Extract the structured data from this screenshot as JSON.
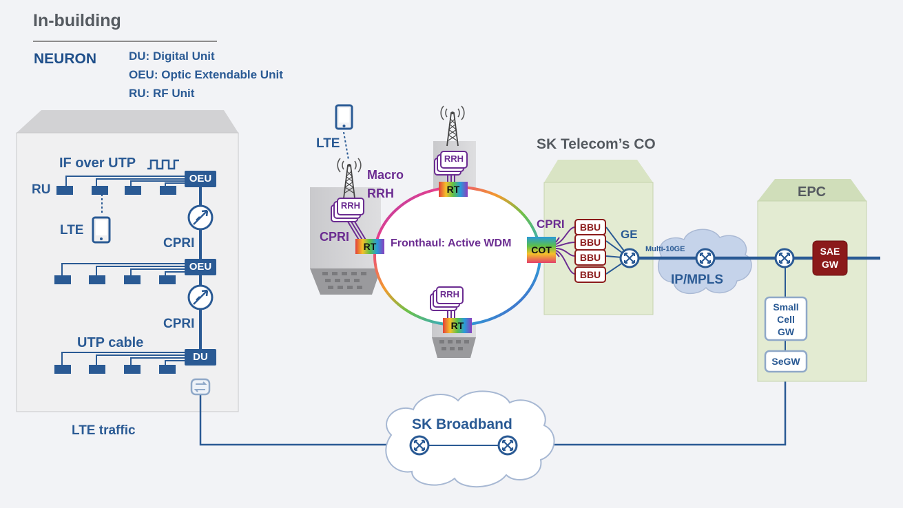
{
  "header": {
    "title": "In-building",
    "brand": "NEURON",
    "legend": [
      "DU: Digital Unit",
      "OEU: Optic Extendable Unit",
      "RU: RF Unit"
    ]
  },
  "inbuilding": {
    "if_over_utp": "IF over UTP",
    "ru": "RU",
    "oeu": "OEU",
    "du": "DU",
    "lte": "LTE",
    "cpri": "CPRI",
    "utp_cable": "UTP cable",
    "lte_traffic": "LTE traffic"
  },
  "fronthaul": {
    "lte": "LTE",
    "macro_rrh": [
      "Macro",
      "RRH"
    ],
    "rrh": "RRH",
    "rt": "RT",
    "cpri": "CPRI",
    "cot": "COT",
    "ring_label": "Fronthaul: Active WDM"
  },
  "co": {
    "title": "SK Telecom’s CO",
    "cpri": "CPRI",
    "bbu": "BBU",
    "ge": "GE",
    "multi_10ge": "Multi-10GE"
  },
  "core": {
    "ip_mpls": "IP/MPLS",
    "epc": "EPC",
    "sae_gw": [
      "SAE",
      "GW"
    ],
    "small_cell_gw": [
      "Small",
      "Cell",
      "GW"
    ],
    "segw": "SeGW"
  },
  "broadband": {
    "label": "SK Broadband"
  },
  "colors": {
    "primary_blue": "#2a5a94",
    "purple": "#6b2c91",
    "bbu_red": "#8b1a1a",
    "green_panel": "#e3ebd2",
    "grey_panel": "#e9e9ea"
  }
}
